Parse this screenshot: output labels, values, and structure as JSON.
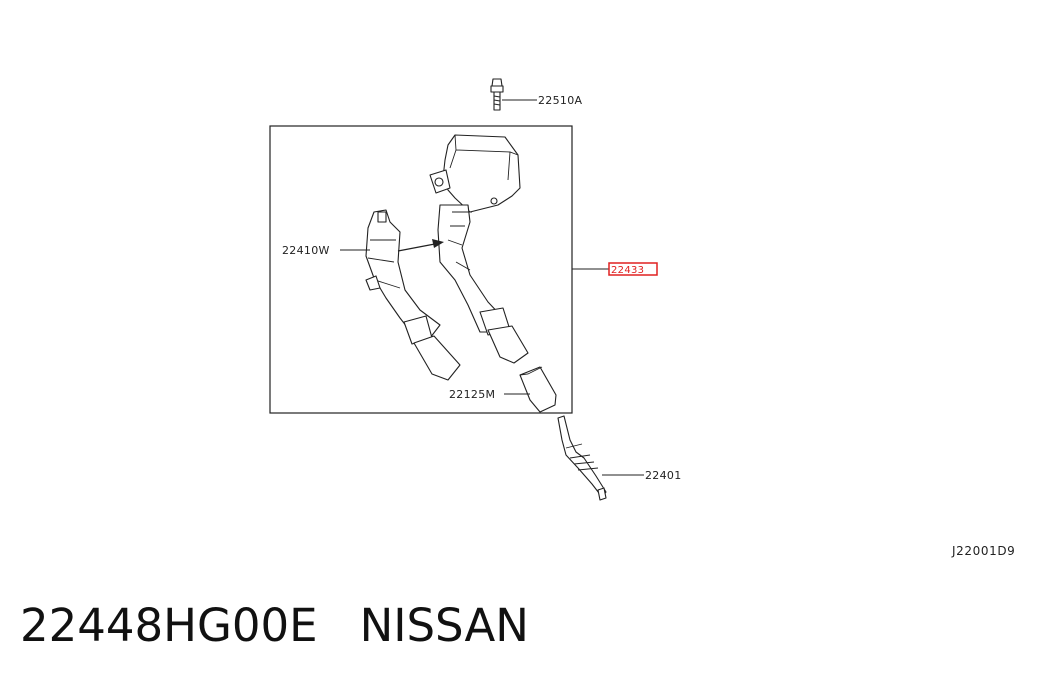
{
  "callouts": {
    "bolt": "22510A",
    "coil_left": "22410W",
    "assembly": "22433",
    "boot": "22125M",
    "spark_plug": "22401"
  },
  "diagram_code": "J22001D9",
  "caption": {
    "part_number": "22448HG00E",
    "brand": "NISSAN"
  },
  "colors": {
    "highlight": "#e02020",
    "line": "#222222"
  }
}
